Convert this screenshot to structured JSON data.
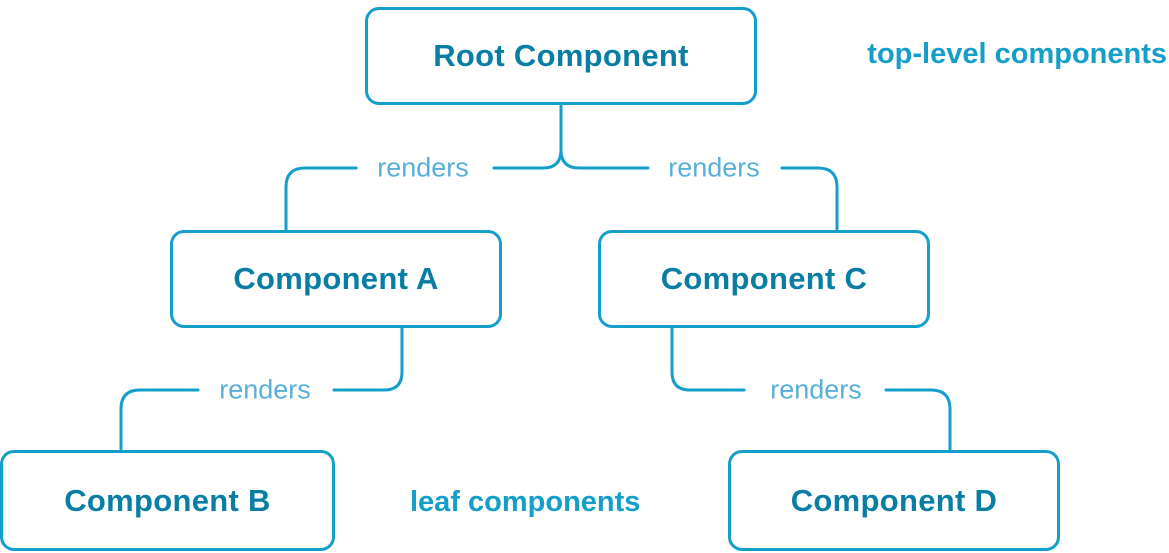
{
  "diagram": {
    "type": "component-tree",
    "nodes": {
      "root": {
        "label": "Root Component"
      },
      "a": {
        "label": "Component A"
      },
      "b": {
        "label": "Component B"
      },
      "c": {
        "label": "Component C"
      },
      "d": {
        "label": "Component D"
      }
    },
    "edges": {
      "root_a": {
        "from": "Root Component",
        "to": "Component A",
        "label": "renders"
      },
      "root_c": {
        "from": "Root Component",
        "to": "Component C",
        "label": "renders"
      },
      "a_b": {
        "from": "Component A",
        "to": "Component B",
        "label": "renders"
      },
      "c_d": {
        "from": "Component C",
        "to": "Component D",
        "label": "renders"
      }
    },
    "annotations": {
      "top": "top-level components",
      "bottom": "leaf components"
    },
    "colors": {
      "node_border": "#149eca",
      "node_text": "#087ea4",
      "connector": "#149eca",
      "edge_label": "#58b0d8",
      "annotation": "#149eca",
      "background": "#ffffff"
    }
  }
}
